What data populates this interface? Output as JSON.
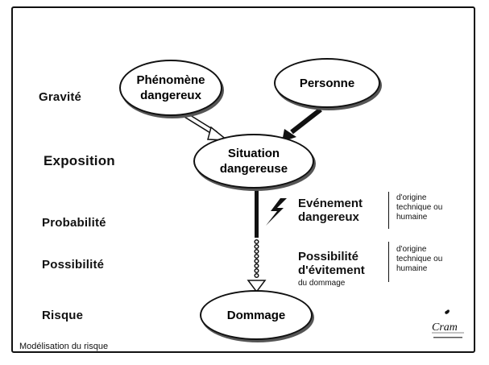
{
  "labels": {
    "gravite": "Gravité",
    "exposition": "Exposition",
    "probabilite": "Probabilité",
    "possibilite": "Possibilité",
    "risque": "Risque"
  },
  "nodes": {
    "phenomene_line1": "Phénomène",
    "phenomene_line2": "dangereux",
    "personne": "Personne",
    "situation_line1": "Situation",
    "situation_line2": "dangereuse",
    "dommage": "Dommage"
  },
  "event": {
    "line1": "Evénement",
    "line2": "dangereux",
    "note_line1": "d'origine",
    "note_line2": "technique ou",
    "note_line3": "humaine"
  },
  "avoidance": {
    "line1": "Possibilité",
    "line2": "d'évitement",
    "sub": "du dommage",
    "note_line1": "d'origine",
    "note_line2": "technique ou",
    "note_line3": "humaine"
  },
  "footer": {
    "caption": "Modélisation du risque",
    "logo_text": "Cram"
  }
}
